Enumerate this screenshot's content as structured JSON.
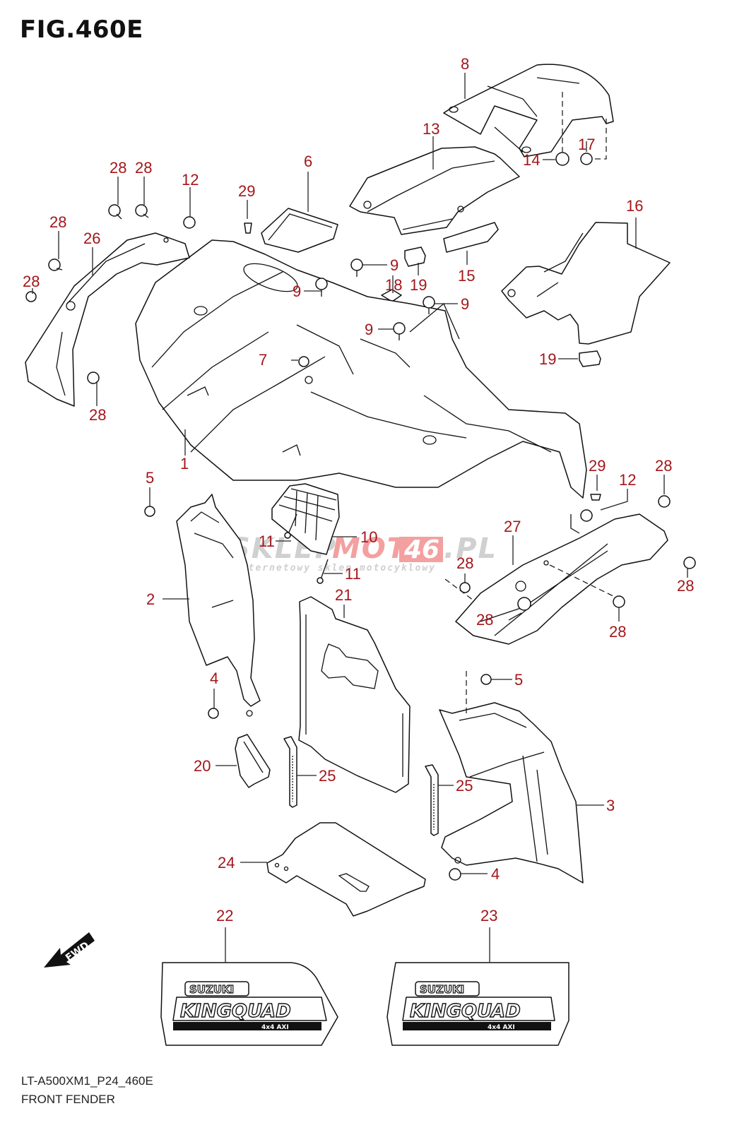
{
  "figure": {
    "title": "FIG.460E",
    "model_code": "LT-A500XM1_P24_460E",
    "section_name": "FRONT FENDER",
    "callout_color": "#a3161a"
  },
  "watermark": {
    "brand_left": "SKLEP",
    "brand_mid": "MOTO",
    "brand_num": "46",
    "brand_suffix": ".PL",
    "tagline": "internetowy sklep motocyklowy"
  },
  "direction_arrow": {
    "label": "FWD"
  },
  "decals": {
    "left": {
      "brand": "SUZUKI",
      "model": "KINGQUAD",
      "badge": "4x4 AXI"
    },
    "right": {
      "brand": "SUZUKI",
      "model": "KINGQUAD",
      "badge": "4x4 AXI"
    }
  },
  "callouts": [
    {
      "id": "c1",
      "number": "1"
    },
    {
      "id": "c2",
      "number": "2"
    },
    {
      "id": "c3",
      "number": "3"
    },
    {
      "id": "c4a",
      "number": "4"
    },
    {
      "id": "c4b",
      "number": "4"
    },
    {
      "id": "c5a",
      "number": "5"
    },
    {
      "id": "c5b",
      "number": "5"
    },
    {
      "id": "c6",
      "number": "6"
    },
    {
      "id": "c7",
      "number": "7"
    },
    {
      "id": "c8",
      "number": "8"
    },
    {
      "id": "c9a",
      "number": "9"
    },
    {
      "id": "c9b",
      "number": "9"
    },
    {
      "id": "c9c",
      "number": "9"
    },
    {
      "id": "c9d",
      "number": "9"
    },
    {
      "id": "c10",
      "number": "10"
    },
    {
      "id": "c11a",
      "number": "11"
    },
    {
      "id": "c11b",
      "number": "11"
    },
    {
      "id": "c12a",
      "number": "12"
    },
    {
      "id": "c12b",
      "number": "12"
    },
    {
      "id": "c13",
      "number": "13"
    },
    {
      "id": "c14",
      "number": "14"
    },
    {
      "id": "c15",
      "number": "15"
    },
    {
      "id": "c16",
      "number": "16"
    },
    {
      "id": "c17",
      "number": "17"
    },
    {
      "id": "c18",
      "number": "18"
    },
    {
      "id": "c19a",
      "number": "19"
    },
    {
      "id": "c19b",
      "number": "19"
    },
    {
      "id": "c20",
      "number": "20"
    },
    {
      "id": "c21",
      "number": "21"
    },
    {
      "id": "c22",
      "number": "22"
    },
    {
      "id": "c23",
      "number": "23"
    },
    {
      "id": "c24",
      "number": "24"
    },
    {
      "id": "c25a",
      "number": "25"
    },
    {
      "id": "c25b",
      "number": "25"
    },
    {
      "id": "c26",
      "number": "26"
    },
    {
      "id": "c27",
      "number": "27"
    },
    {
      "id": "c28a",
      "number": "28"
    },
    {
      "id": "c28b",
      "number": "28"
    },
    {
      "id": "c28c",
      "number": "28"
    },
    {
      "id": "c28d",
      "number": "28"
    },
    {
      "id": "c28e",
      "number": "28"
    },
    {
      "id": "c28f",
      "number": "28"
    },
    {
      "id": "c28g",
      "number": "28"
    },
    {
      "id": "c28h",
      "number": "28"
    },
    {
      "id": "c28i",
      "number": "28"
    },
    {
      "id": "c28j",
      "number": "28"
    },
    {
      "id": "c29a",
      "number": "29"
    },
    {
      "id": "c29b",
      "number": "29"
    }
  ]
}
